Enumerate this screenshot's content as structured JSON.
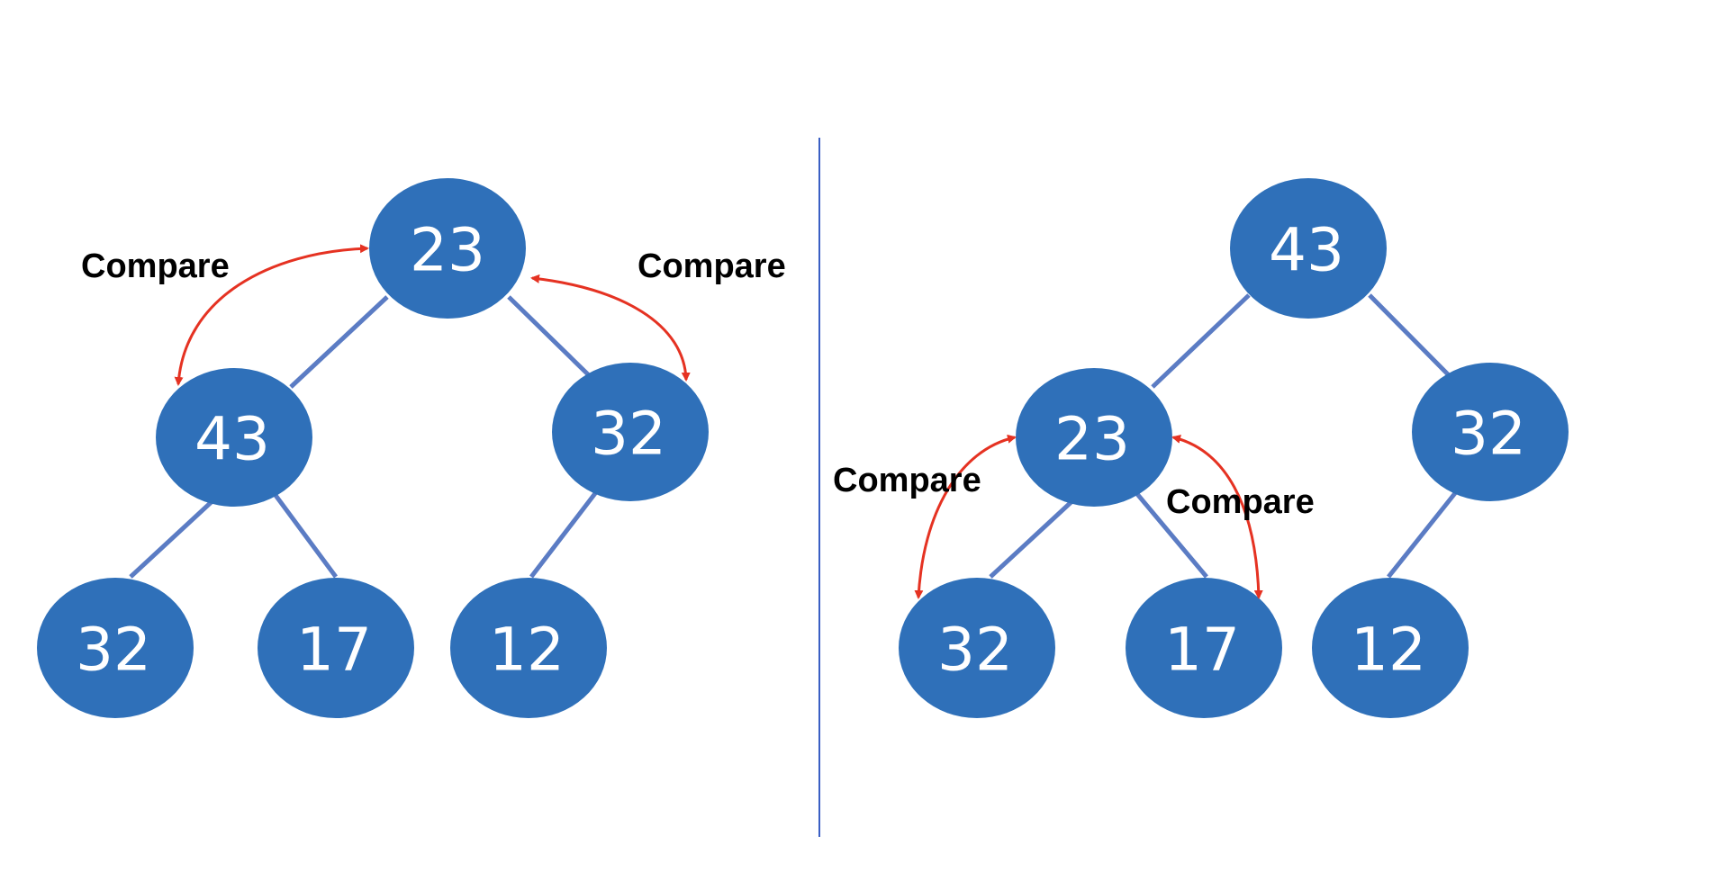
{
  "colors": {
    "node_fill": "#2f70b9",
    "edge": "#5b7cc4",
    "compare_arrow": "#e53222",
    "divider": "#3a5fc4",
    "node_text": "#ffffff",
    "label_text": "#000000"
  },
  "left_tree": {
    "root": "23",
    "level1_left": "43",
    "level1_right": "32",
    "leaf_1": "32",
    "leaf_2": "17",
    "leaf_3": "12",
    "compare_left_label": "Compare",
    "compare_right_label": "Compare"
  },
  "right_tree": {
    "root": "43",
    "level1_left": "23",
    "level1_right": "32",
    "leaf_1": "32",
    "leaf_2": "17",
    "leaf_3": "12",
    "compare_left_label": "Compare",
    "compare_right_label": "Compare"
  }
}
